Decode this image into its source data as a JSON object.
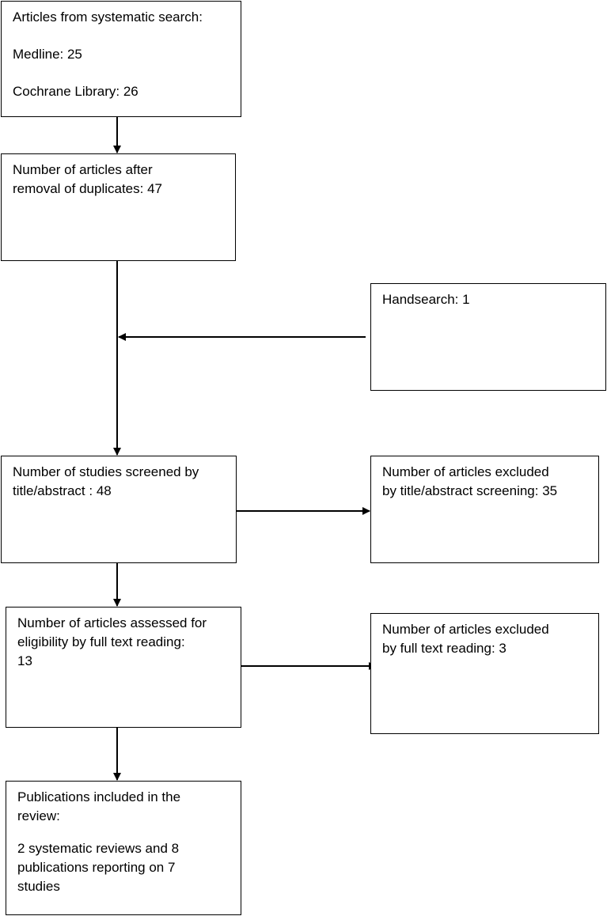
{
  "flowchart": {
    "search": {
      "title": "Articles  from systematic search:",
      "medline": "Medline:  25",
      "cochrane": "Cochrane Library:  26"
    },
    "duplicates": {
      "line1": "Number of articles after",
      "line2": "removal of duplicates:  47"
    },
    "handsearch": {
      "line1": "Handsearch: 1"
    },
    "screened": {
      "line1": "Number of studies  screened by",
      "line2": "title/abstract : 48"
    },
    "excluded_abstract": {
      "line1": "Number of articles excluded",
      "line2": "by title/abstract screening: 35"
    },
    "fulltext": {
      "line1": "Number of articles assessed for",
      "line2": "eligibility by full text reading:",
      "line3": "13"
    },
    "excluded_fulltext": {
      "line1": "Number of articles excluded",
      "line2": "by full text reading: 3"
    },
    "included": {
      "line1": "Publications included in the",
      "line2": "review:",
      "line3": "2 systematic reviews and 8",
      "line4": "publications reporting on 7",
      "line5": "studies"
    }
  },
  "colors": {
    "stroke": "#000000",
    "background": "#ffffff"
  }
}
